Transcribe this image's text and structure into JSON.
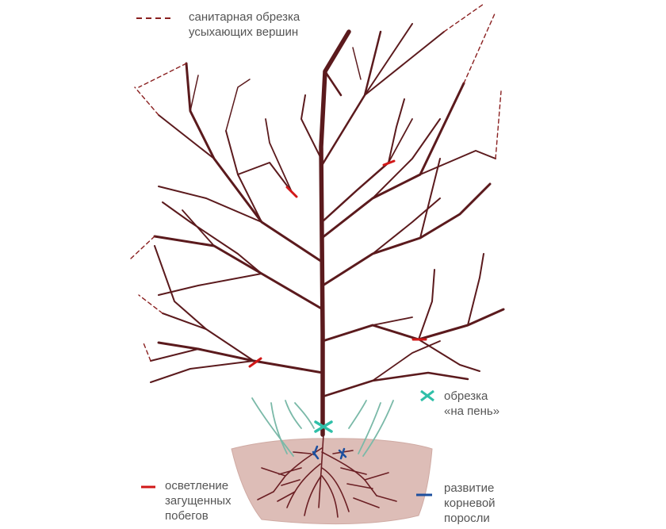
{
  "legend": {
    "sanitary": {
      "lines": [
        "санитарная обрезка",
        "усыхающих вершин"
      ],
      "marker": "dashed-line",
      "color": "#8a2020"
    },
    "stump": {
      "lines": [
        "обрезка",
        "«на пень»"
      ],
      "marker": "x-cross",
      "color": "#2fbfa8"
    },
    "thinning": {
      "lines": [
        "осветление",
        "загущенных",
        "побегов"
      ],
      "marker": "short-line",
      "color": "#d11818"
    },
    "root": {
      "lines": [
        "развитие",
        "корневой",
        "поросли"
      ],
      "marker": "short-line",
      "color": "#1d4f9e"
    }
  },
  "colors": {
    "branch": "#5b1a1d",
    "shoot": "#7ab9a8",
    "soil": "#ddbdb7",
    "root": "#6b1f24"
  }
}
